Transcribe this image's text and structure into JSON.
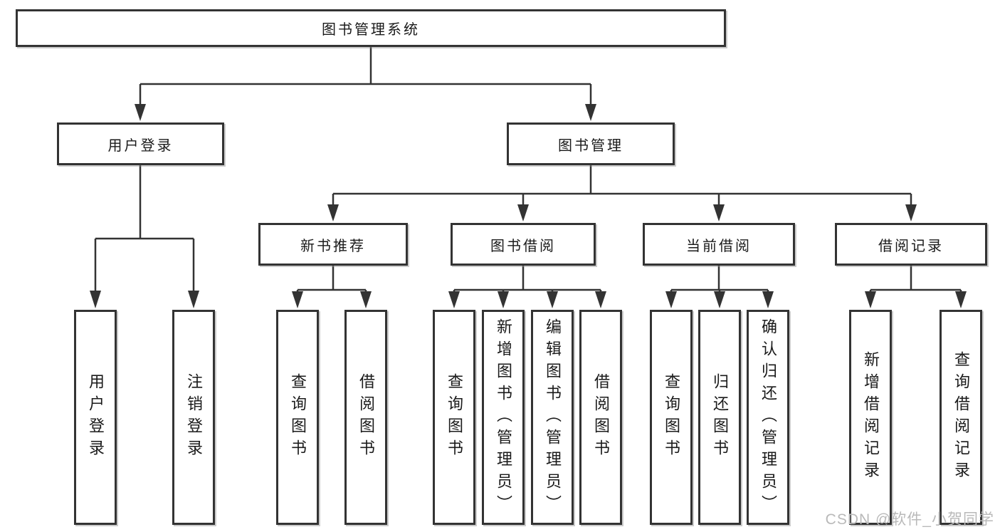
{
  "diagram": {
    "root": {
      "label": "图书管理系统"
    },
    "level2": [
      {
        "label": "用户登录"
      },
      {
        "label": "图书管理"
      }
    ],
    "level3": [
      {
        "label": "新书推荐"
      },
      {
        "label": "图书借阅"
      },
      {
        "label": "当前借阅"
      },
      {
        "label": "借阅记录"
      }
    ],
    "leaves": {
      "user_login": [
        "用户登录",
        "注销登录"
      ],
      "new_book": [
        "查询图书",
        "借阅图书"
      ],
      "book_borrow": [
        "查询图书",
        "新增图书（管理员）",
        "编辑图书（管理员）",
        "借阅图书"
      ],
      "current_borrow": [
        "查询图书",
        "归还图书",
        "确认归还（管理员）"
      ],
      "borrow_record": [
        "新增借阅记录",
        "查询借阅记录"
      ]
    }
  },
  "watermark": {
    "text": "CSDN @软件_小贺同学"
  },
  "colors": {
    "line": "#333333",
    "box_border": "#333333",
    "text": "#1a1a1a",
    "watermark": "#b9b9b9",
    "background": "#ffffff"
  }
}
